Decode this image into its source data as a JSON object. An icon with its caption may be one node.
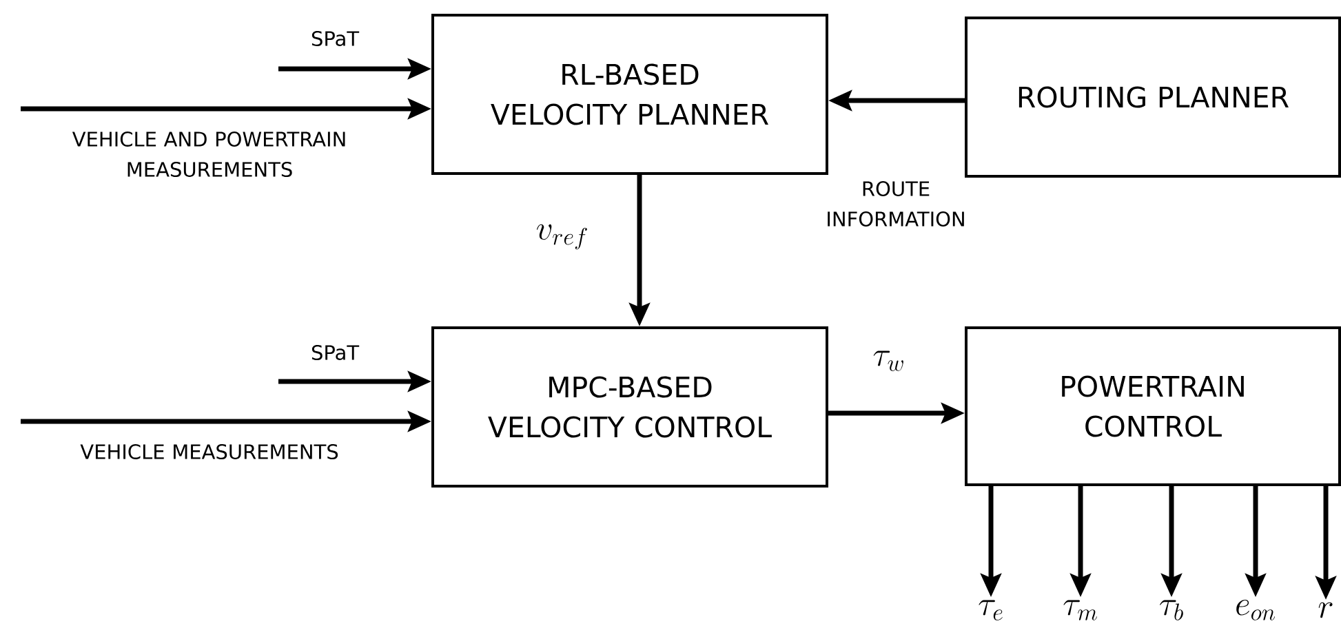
{
  "diagram": {
    "nodes": [
      {
        "text": [
          "RL-BASED VELOCITY PLANNER"
        ]
      },
      {
        "text": [
          "ROUTING PLANNER"
        ]
      },
      {
        "text": [
          "MPC-BASED VELOCITY CONTROL"
        ]
      },
      {
        "text": [
          "POWERTRAIN CONTROL"
        ]
      },
      {
        "text": [
          "\\tau_{e}"
        ]
      },
      {
        "text": [
          "\\tau_{m}"
        ]
      },
      {
        "text": [
          "\\tau_{b}"
        ]
      },
      {
        "text": [
          "e_{on}"
        ]
      },
      {
        "text": [
          "r"
        ]
      }
    ],
    "edges": [
      {
        "from": null,
        "to": 0,
        "arrow": "to",
        "label": "SPaT"
      },
      {
        "from": null,
        "to": 0,
        "arrow": "to",
        "label": "VEHICLE AND POWERTRAIN MEASUREMENTS"
      },
      {
        "from": 1,
        "to": 0,
        "arrow": "to",
        "label": "ROUTE INFORMATION"
      },
      {
        "from": 0,
        "to": 2,
        "arrow": "to",
        "label": "v_{ref}"
      },
      {
        "from": null,
        "to": 2,
        "arrow": "to",
        "label": "SPaT"
      },
      {
        "from": null,
        "to": 2,
        "arrow": "to",
        "label": "VEHICLE MEASUREMENTS"
      },
      {
        "from": 2,
        "to": 3,
        "arrow": "to",
        "label": "\\tau_{w}"
      },
      {
        "from": 3,
        "to": 4,
        "arrow": "to"
      },
      {
        "from": 3,
        "to": 5,
        "arrow": "to"
      },
      {
        "from": 3,
        "to": 6,
        "arrow": "to"
      },
      {
        "from": 3,
        "to": 7,
        "arrow": "to"
      },
      {
        "from": 3,
        "to": 8,
        "arrow": "to"
      }
    ]
  }
}
